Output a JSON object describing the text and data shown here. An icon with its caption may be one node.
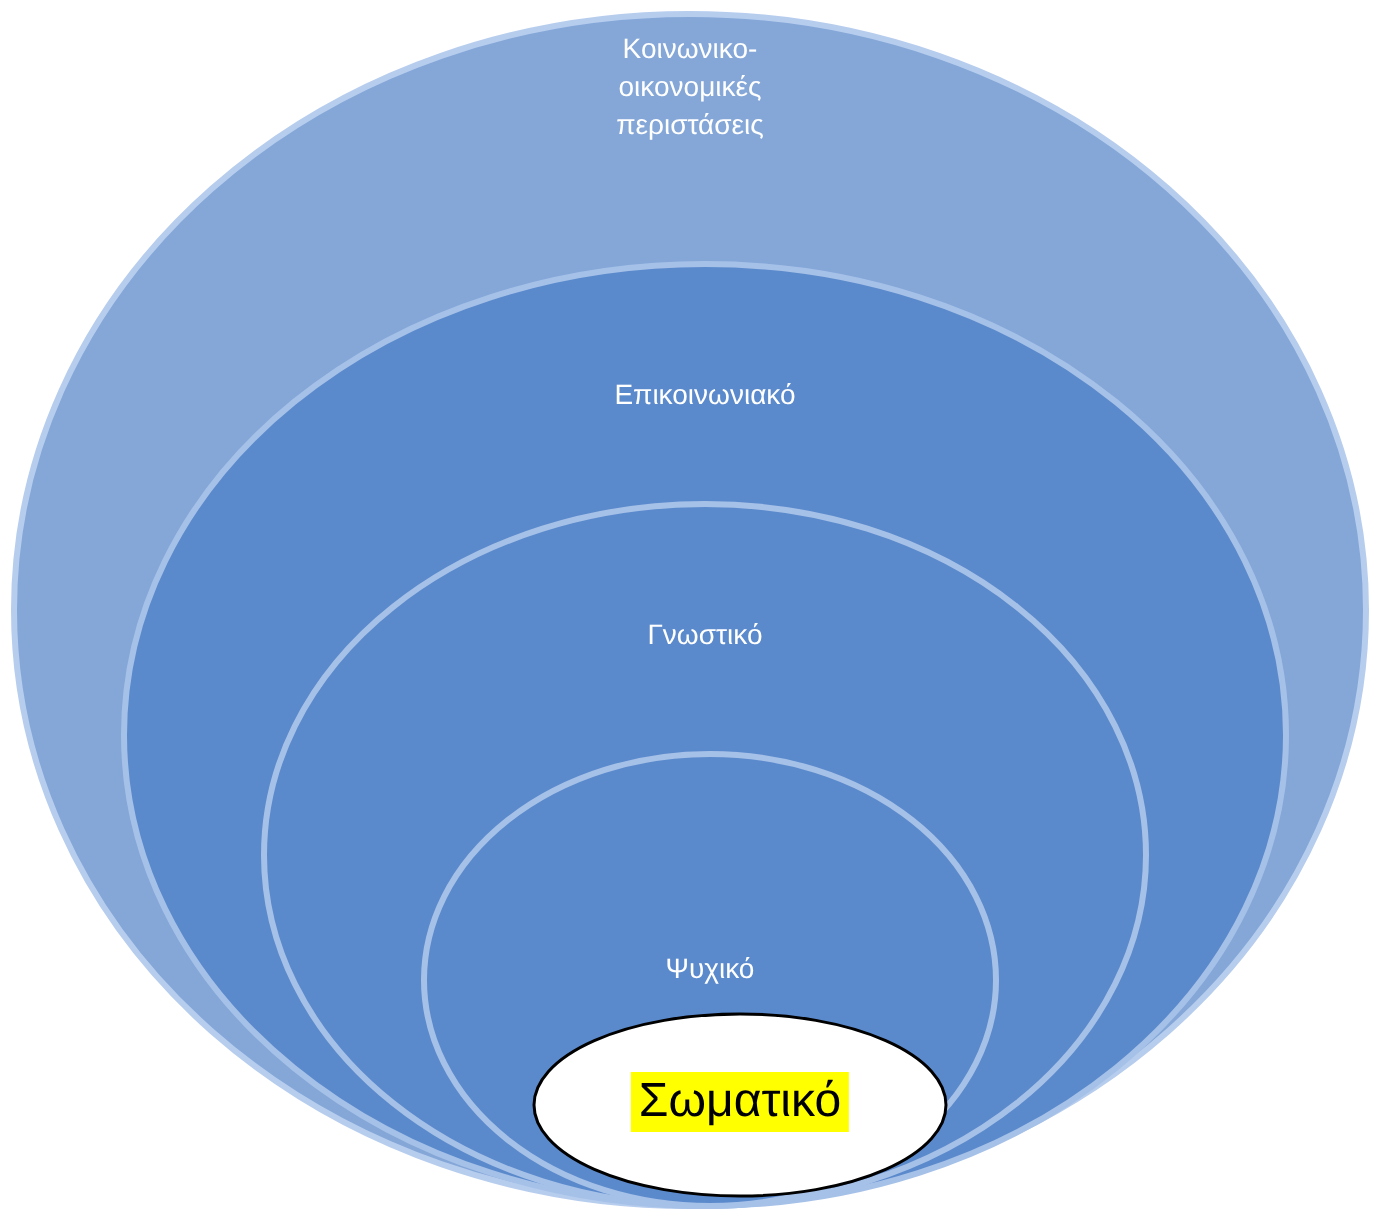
{
  "diagram": {
    "nodes": [
      {
        "text": [
          "Κοινωνικο-οικονομικές περιστάσεις"
        ]
      },
      {
        "text": [
          "Επικοινωνιακό"
        ],
        "in": 0
      },
      {
        "text": [
          "Γνωστικό"
        ],
        "in": 1
      },
      {
        "text": [
          "Ψυχικό"
        ],
        "in": 2
      },
      {
        "text": [
          "Σωματικό"
        ],
        "in": 3
      }
    ]
  }
}
